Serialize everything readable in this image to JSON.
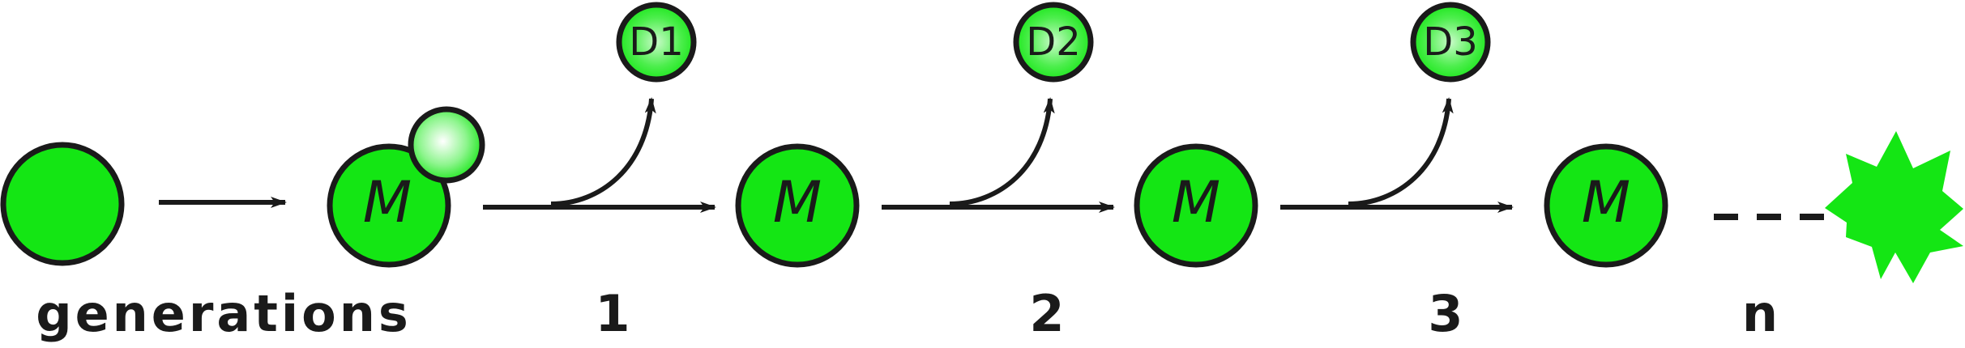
{
  "labels": {
    "generations": "generations",
    "gen1": "1",
    "gen2": "2",
    "gen3": "3",
    "genN": "n"
  },
  "cells": {
    "mother": "M",
    "daughter1": "D1",
    "daughter2": "D2",
    "daughter3": "D3"
  },
  "colors": {
    "cell_fill": "#14e614",
    "outline": "#1a1a1a",
    "bud_highlight": "#ffffff"
  }
}
